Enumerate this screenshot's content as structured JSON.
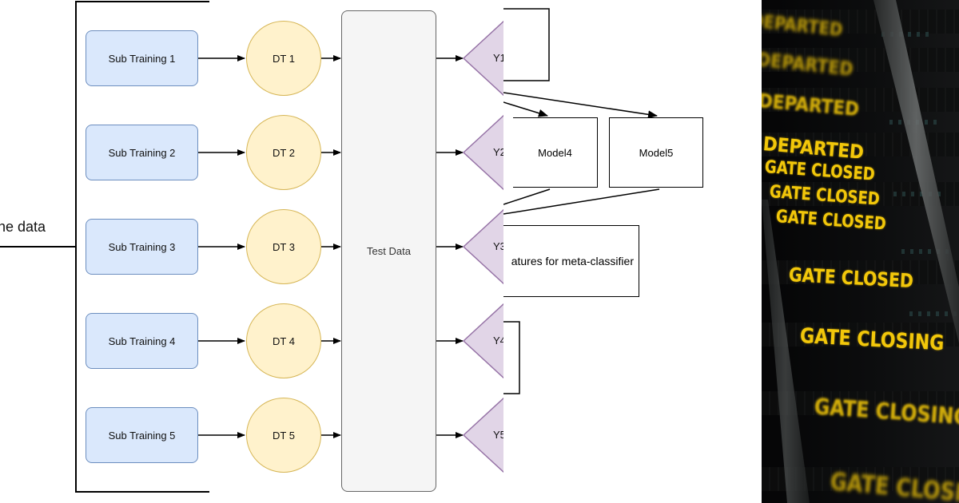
{
  "diagram": {
    "source_label": "he data",
    "sub_trainings": [
      "Sub Training 1",
      "Sub Training 2",
      "Sub Training 3",
      "Sub Training 4",
      "Sub Training 5"
    ],
    "decision_trees": [
      "DT 1",
      "DT 2",
      "DT 3",
      "DT 4",
      "DT 5"
    ],
    "test_data_label": "Test Data",
    "predictions": [
      "Y1",
      "Y2",
      "Y3",
      "Y4",
      "Y5"
    ],
    "models": [
      "Model4",
      "Model5"
    ],
    "meta_label": "atures for meta-classifier",
    "colors": {
      "sub_fill": "#dae8fc",
      "sub_stroke": "#6c8ebf",
      "dt_fill": "#fff2cc",
      "dt_stroke": "#d6b656",
      "test_fill": "#f5f5f5",
      "test_stroke": "#666666",
      "tri_fill": "#e1d5e7",
      "tri_stroke": "#9673a6"
    }
  },
  "photo": {
    "rows": [
      "DEPARTED",
      "DEPARTED",
      "DEPARTED",
      "DEPARTED",
      "GATE CLOSED",
      "GATE CLOSED",
      "GATE CLOSED",
      "GATE CLOSED",
      "GATE CLOSING",
      "GATE CLOSING",
      "GATE CLOSING"
    ],
    "text_color": "#f2c70a"
  }
}
